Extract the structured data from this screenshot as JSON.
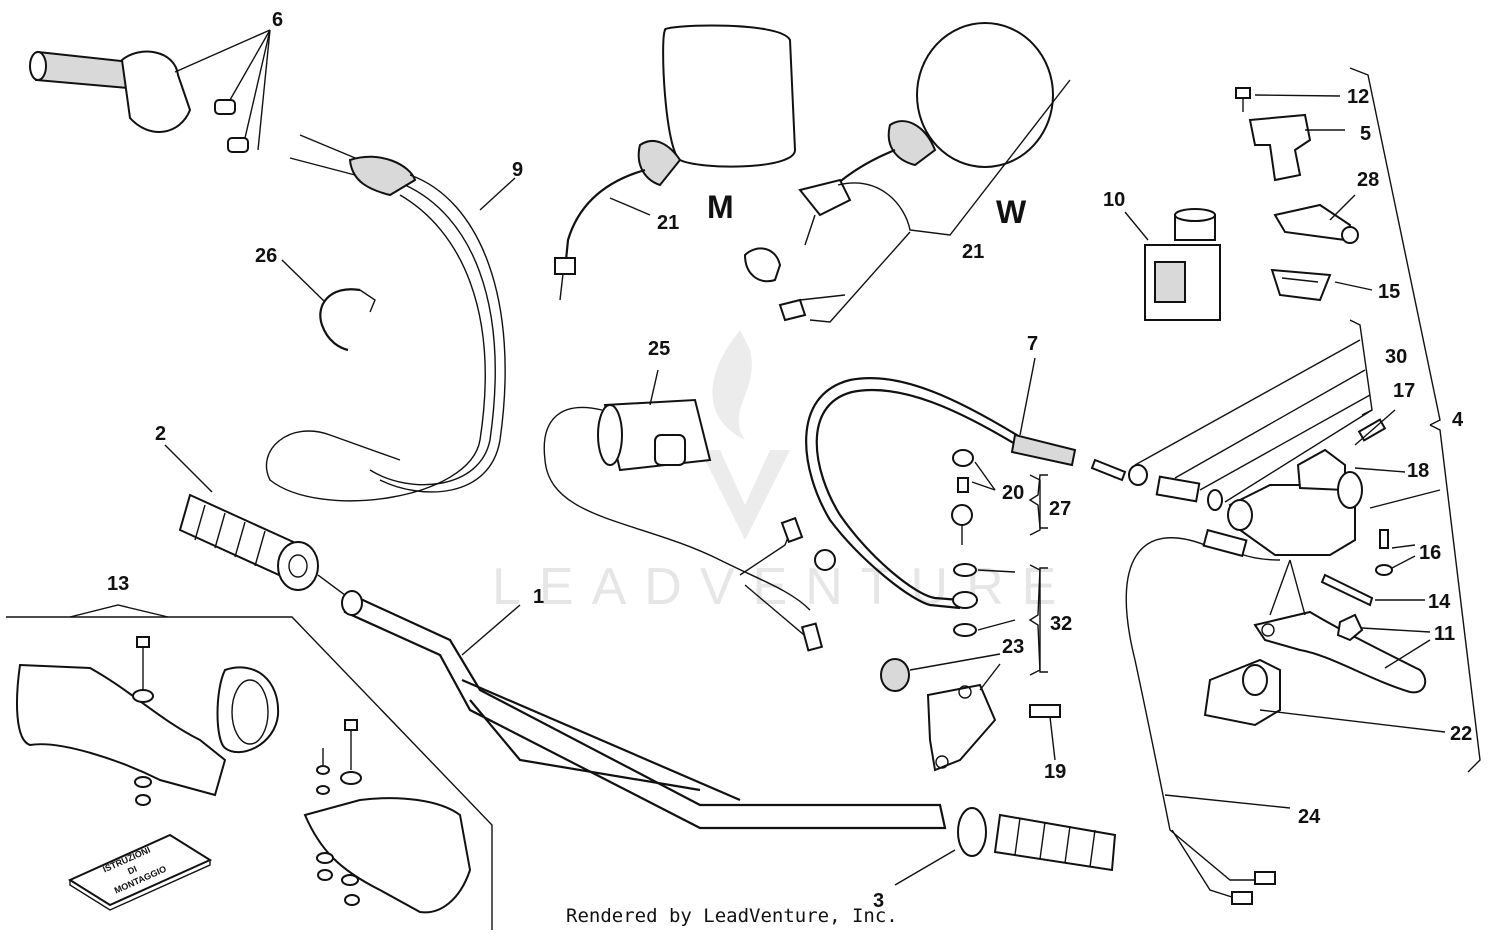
{
  "labels": {
    "l1": "1",
    "l2": "2",
    "l3": "3",
    "l4": "4",
    "l5": "5",
    "l6": "6",
    "l7": "7",
    "l9": "9",
    "l10": "10",
    "l11": "11",
    "l12": "12",
    "l13": "13",
    "l14": "14",
    "l15": "15",
    "l16": "16",
    "l17": "17",
    "l18": "18",
    "l19": "19",
    "l20": "20",
    "l21a": "21",
    "l21b": "21",
    "l22": "22",
    "l23": "23",
    "l24": "24",
    "l25": "25",
    "l26": "26",
    "l27": "27",
    "l28": "28",
    "l30": "30",
    "l32": "32"
  },
  "variants": {
    "m": "M",
    "w": "W"
  },
  "booklet": {
    "line1": "ISTRUZIONI",
    "line2": "DI",
    "line3": "MONTAGGIO"
  },
  "watermark": "LEADVENTURE",
  "credit": "Rendered by LeadVenture, Inc."
}
